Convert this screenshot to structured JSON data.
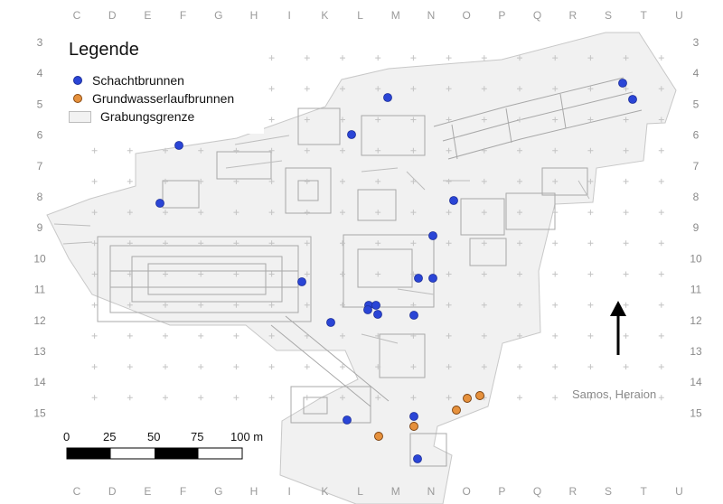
{
  "grid": {
    "columns": [
      "C",
      "D",
      "E",
      "F",
      "G",
      "H",
      "I",
      "K",
      "L",
      "M",
      "N",
      "O",
      "P",
      "Q",
      "R",
      "S",
      "T",
      "U"
    ],
    "rows": [
      "3",
      "4",
      "5",
      "6",
      "7",
      "8",
      "9",
      "10",
      "11",
      "12",
      "13",
      "14",
      "15"
    ]
  },
  "legend": {
    "title": "Legende",
    "items": [
      {
        "label": "Schachtbrunnen",
        "symbol": "blue-dot",
        "color": "#2a45d6"
      },
      {
        "label": "Grundwasserlaufbrunnen",
        "symbol": "orange-dot",
        "color": "#e6913d"
      },
      {
        "label": "Grabungsgrenze",
        "symbol": "grey-area",
        "color": "#f2f2f2"
      }
    ]
  },
  "site_label": "Samos, Heraion",
  "scale_bar": {
    "labels": [
      "0",
      "25",
      "50",
      "75",
      "100 m"
    ]
  },
  "north_arrow": {
    "icon": "north-arrow-icon"
  },
  "colors": {
    "schachtbrunnen": "#2a45d6",
    "grundwasserlaufbrunnen": "#e6913d",
    "grabungsgrenze": "#f2f2f2"
  }
}
